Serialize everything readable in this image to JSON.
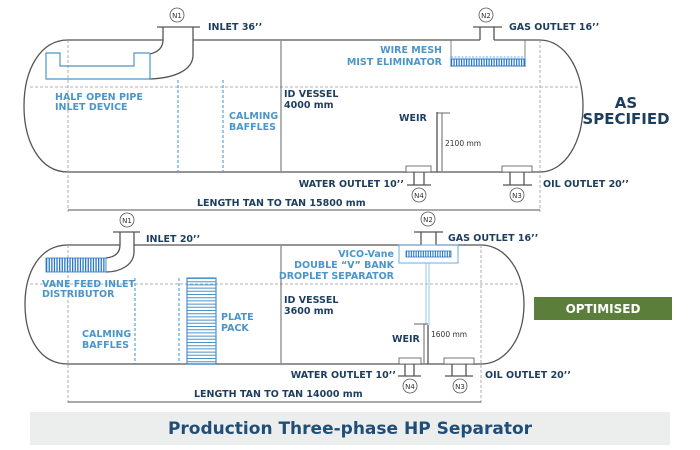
{
  "top": {
    "inlet": "INLET 36’’",
    "gas_outlet": "GAS OUTLET 16’’",
    "mist_1": "WIRE MESH",
    "mist_2": "MIST ELIMINATOR",
    "inlet_dev_1": "HALF OPEN PIPE",
    "inlet_dev_2": "INLET DEVICE",
    "baffles_1": "CALMING",
    "baffles_2": "BAFFLES",
    "id_1": "ID VESSEL",
    "id_2": "4000 mm",
    "weir": "WEIR",
    "weir_dim": "2100 mm",
    "water_outlet": "WATER OUTLET 10’’",
    "oil_outlet": "OIL OUTLET 20’’",
    "length": "LENGTH TAN TO TAN 15800 mm",
    "status_1": "AS",
    "status_2": "SPECIFIED",
    "n1": "N1",
    "n2": "N2",
    "n3": "N3",
    "n4": "N4"
  },
  "bottom": {
    "inlet": "INLET 20’’",
    "gas_outlet": "GAS OUTLET 16’’",
    "vane_1": "VICO-Vane",
    "vane_2": "DOUBLE “V” BANK",
    "vane_3": "DROPLET SEPARATOR",
    "inlet_dev_1": "VANE FEED INLET",
    "inlet_dev_2": "DISTRIBUTOR",
    "baffles_1": "CALMING",
    "baffles_2": "BAFFLES",
    "plate_1": "PLATE",
    "plate_2": "PACK",
    "id_1": "ID VESSEL",
    "id_2": "3600 mm",
    "weir": "WEIR",
    "weir_dim": "1600 mm",
    "water_outlet": "WATER OUTLET 10’’",
    "oil_outlet": "OIL OUTLET 20’’",
    "length": "LENGTH TAN TO TAN 14000 mm",
    "status": "OPTIMISED",
    "n1": "N1",
    "n2": "N2",
    "n3": "N3",
    "n4": "N4"
  },
  "title": "Production Three-phase HP Separator",
  "colors": {
    "navy": "#1d3d5e",
    "blue": "#4a95c9",
    "green": "#5b7f3a"
  }
}
